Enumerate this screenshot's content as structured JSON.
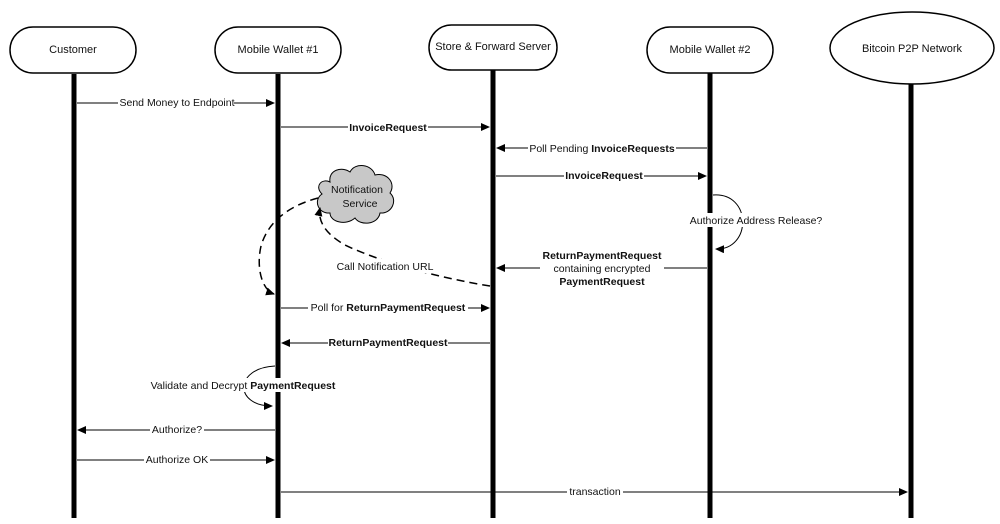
{
  "actors": {
    "customer": "Customer",
    "wallet1": "Mobile Wallet #1",
    "server": "Store & Forward Server",
    "wallet2": "Mobile Wallet #2",
    "p2p": "Bitcoin P2P Network"
  },
  "cloud": {
    "line1": "Notification",
    "line2": "Service"
  },
  "messages": {
    "send_money": "Send Money to Endpoint",
    "invoice_request_1": "InvoiceRequest",
    "poll_pending_prefix": "Poll Pending ",
    "poll_pending_bold": "InvoiceRequests",
    "invoice_request_2": "InvoiceRequest",
    "authorize_release": "Authorize Address Release?",
    "return_payment_line1": "ReturnPaymentRequest",
    "return_payment_line2": "containing encrypted",
    "return_payment_line3": "PaymentRequest",
    "call_notification": "Call Notification URL",
    "poll_for_prefix": "Poll for ",
    "poll_for_bold": "ReturnPaymentRequest",
    "return_payment_back": "ReturnPaymentRequest",
    "validate_prefix": "Validate and Decrypt ",
    "validate_bold": "PaymentRequest",
    "authorize_q": "Authorize?",
    "authorize_ok": "Authorize OK",
    "transaction": "transaction"
  },
  "colors": {
    "line": "#000000",
    "cloud_fill": "#c8c8c8",
    "background": "#ffffff"
  }
}
